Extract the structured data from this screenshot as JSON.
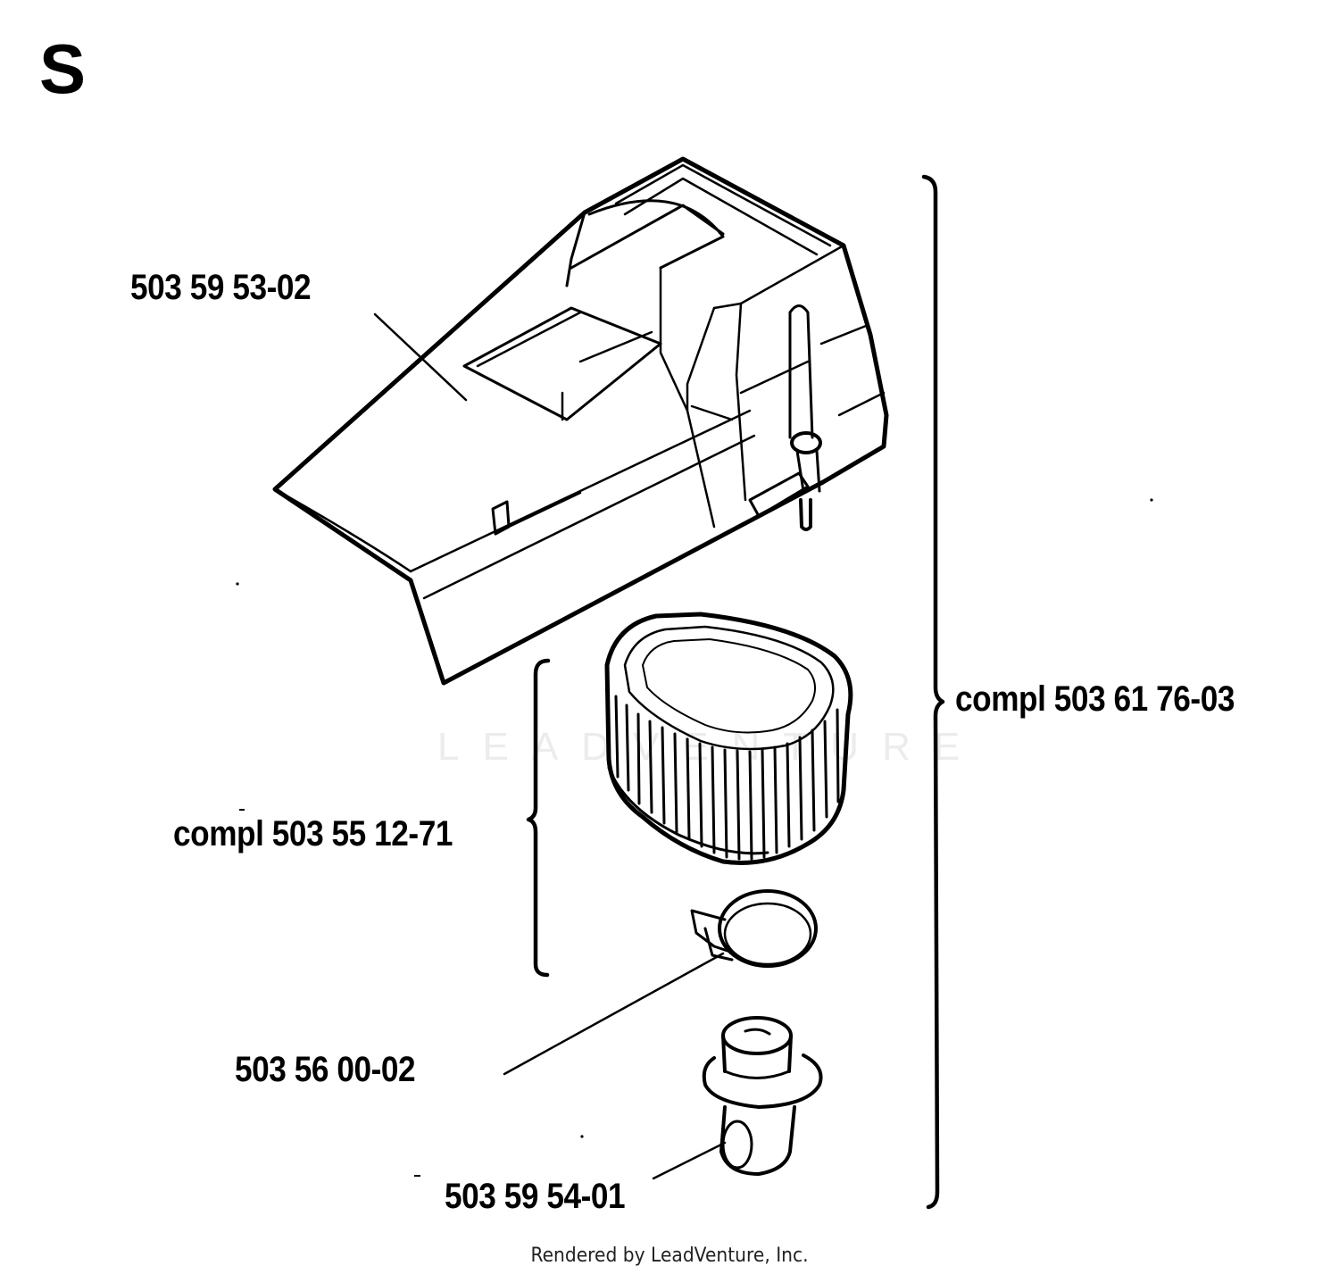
{
  "section": {
    "letter": "S"
  },
  "parts": {
    "cover": {
      "number": "503 59 53-02"
    },
    "filter_assembly": {
      "number": "compl 503 55 12-71"
    },
    "clamp": {
      "number": "503 56 00-02"
    },
    "adapter": {
      "number": "503 59 54-01"
    },
    "complete_assembly": {
      "number": "compl 503 61 76-03"
    }
  },
  "watermark": {
    "text": "LEADVENTURE"
  },
  "footer": {
    "text": "Rendered by LeadVenture, Inc."
  },
  "colors": {
    "line": "#000000",
    "background": "#ffffff",
    "watermark": "#ececec"
  }
}
